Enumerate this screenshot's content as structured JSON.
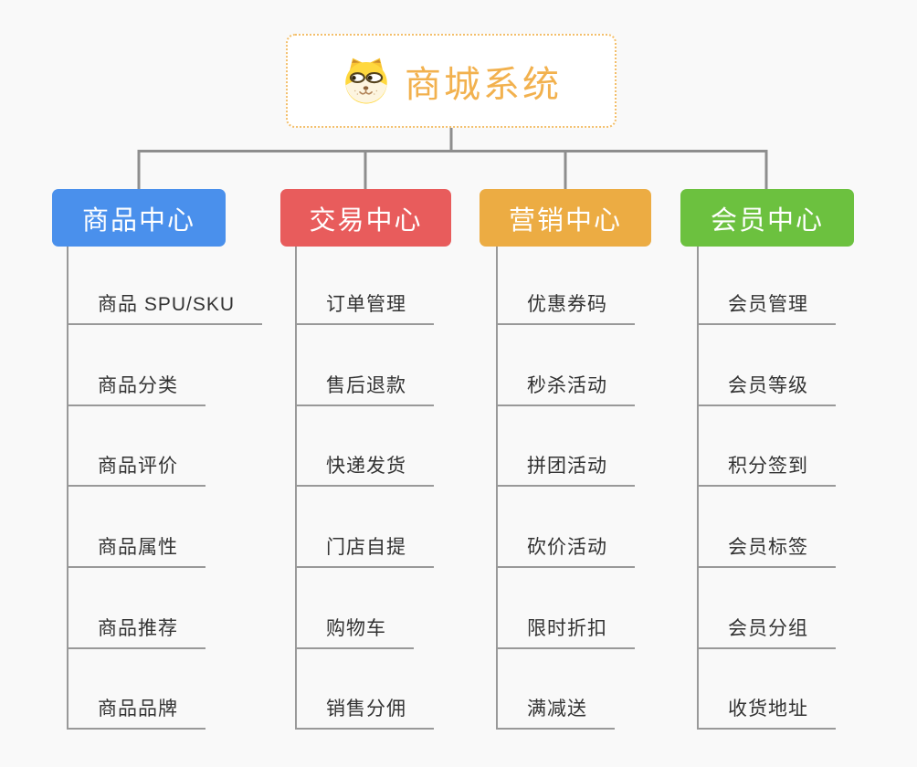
{
  "root": {
    "title": "商城系统",
    "icon": "dog-face-icon",
    "title_color": "#f2b14e",
    "border_color": "#f3bf6b",
    "fill_color": "#ffffff"
  },
  "branches": [
    {
      "label": "商品中心",
      "color": "#4a90ec",
      "children": [
        "商品 SPU/SKU",
        "商品分类",
        "商品评价",
        "商品属性",
        "商品推荐",
        "商品品牌"
      ]
    },
    {
      "label": "交易中心",
      "color": "#e85c5c",
      "children": [
        "订单管理",
        "售后退款",
        "快递发货",
        "门店自提",
        "购物车",
        "销售分佣"
      ]
    },
    {
      "label": "营销中心",
      "color": "#ecac43",
      "children": [
        "优惠券码",
        "秒杀活动",
        "拼团活动",
        "砍价活动",
        "限时折扣",
        "满减送"
      ]
    },
    {
      "label": "会员中心",
      "color": "#6cc13f",
      "children": [
        "会员管理",
        "会员等级",
        "积分签到",
        "会员标签",
        "会员分组",
        "收货地址"
      ]
    }
  ],
  "colors": {
    "background": "#f9f9f9",
    "bus_line": "#8e8e8e",
    "trunk_line": "#999999",
    "child_text": "#333333"
  }
}
